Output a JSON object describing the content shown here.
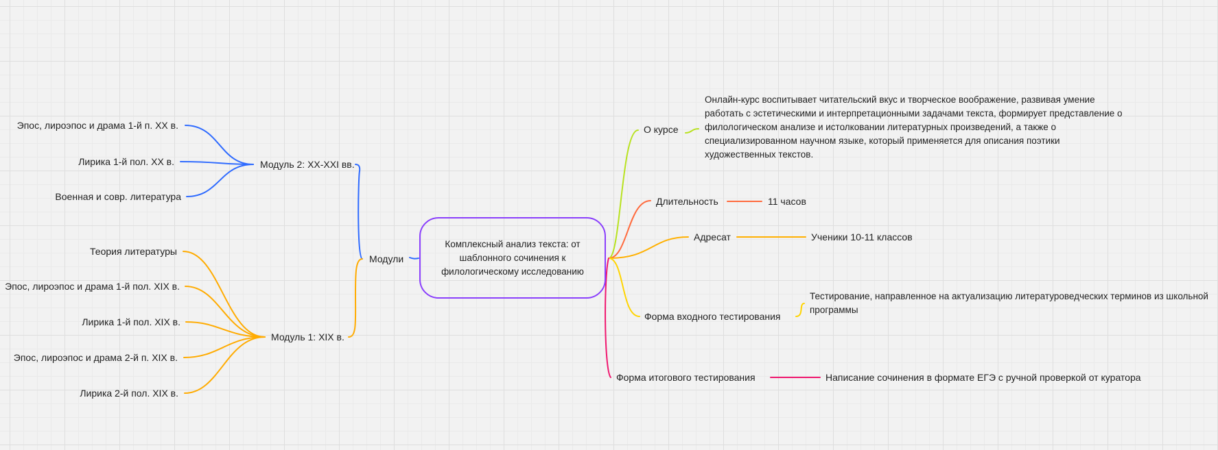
{
  "central_topic": "Комплексный анализ текста: от шаблонного сочинения к филологическому исследованию",
  "modules": {
    "label": "Модули",
    "module2": {
      "label": "Модуль 2: XX-XXI вв.",
      "items": [
        "Эпос, лироэпос и драма 1-й п. XX в.",
        "Лирика 1-й пол. XX в.",
        "Военная и совр. литература"
      ]
    },
    "module1": {
      "label": "Модуль 1: XIX в.",
      "items": [
        "Теория литературы",
        "Эпос, лироэпос и драма 1-й пол. XIX в.",
        "Лирика 1-й пол. XIX в.",
        "Эпос, лироэпос и драма 2-й п. XIX в.",
        "Лирика 2-й пол. XIX в."
      ]
    }
  },
  "branches": {
    "about": {
      "label": "О курсе",
      "value": "Онлайн-курс воспитывает читательский вкус и творческое воображение, развивая умение работать с эстетическими и интерпретационными задачами текста, формирует представление о филологическом анализе и истолковании литературных произведений, а также о специализированном научном языке, который применяется для описания поэтики художественных текстов."
    },
    "duration": {
      "label": "Длительность",
      "value": "11 часов"
    },
    "audience": {
      "label": "Адресат",
      "value": "Ученики 10-11 классов"
    },
    "entry_test": {
      "label": "Формa входного тестирования",
      "value": "Тестирование, направленное на актуализацию литературоведческих терминов из школьной программы"
    },
    "final_test": {
      "label": "Форма итогового тестирования",
      "value": "Написание сочинения в формате ЕГЭ с ручной проверкой от куратора"
    }
  },
  "colors": {
    "central": "#8a3ffc",
    "module2": "#2f6bff",
    "module1": "#ffab00",
    "about": "#b8e21f",
    "duration": "#ff6a3d",
    "audience": "#ffb000",
    "entry_test": "#ffd400",
    "final_test": "#f0166e"
  }
}
